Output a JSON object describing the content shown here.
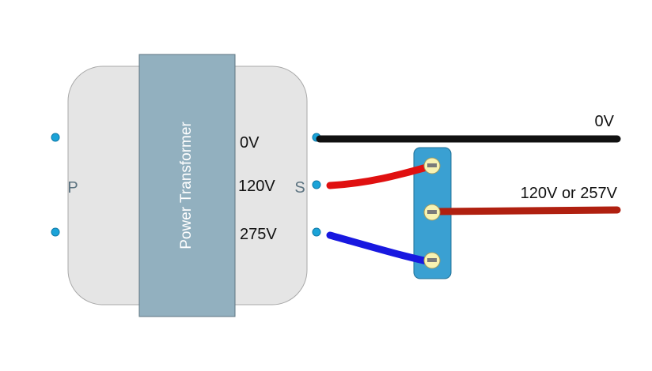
{
  "transformer": {
    "title": "Power Transformer",
    "primary_label": "P",
    "secondary_label": "S",
    "taps": [
      "0V",
      "120V",
      "275V"
    ]
  },
  "outputs": {
    "common": "0V",
    "selectable": "120V or 257V"
  },
  "colors": {
    "body": "#e5e5e5",
    "core": "#92b0bf",
    "terminal": "#1ba3d8",
    "selector": "#3aa0d2",
    "screw": "#f7f2b2",
    "wire_black": "#111111",
    "wire_red": "#e01010",
    "wire_blue": "#1818e0",
    "wire_brown": "#b02010"
  }
}
